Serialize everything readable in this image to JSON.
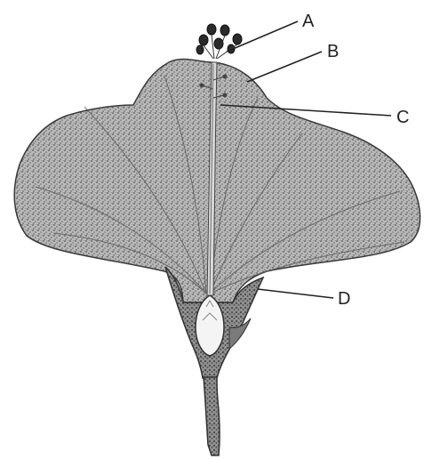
{
  "labels": {
    "a": "A",
    "b": "B",
    "c": "C",
    "d": "D"
  },
  "colors": {
    "ink": "#3a3a3a",
    "tissue": "#8a8a8a",
    "tissue_light": "#cfcfcf",
    "ovary": "#f4f4f4",
    "leader": "#222222"
  }
}
